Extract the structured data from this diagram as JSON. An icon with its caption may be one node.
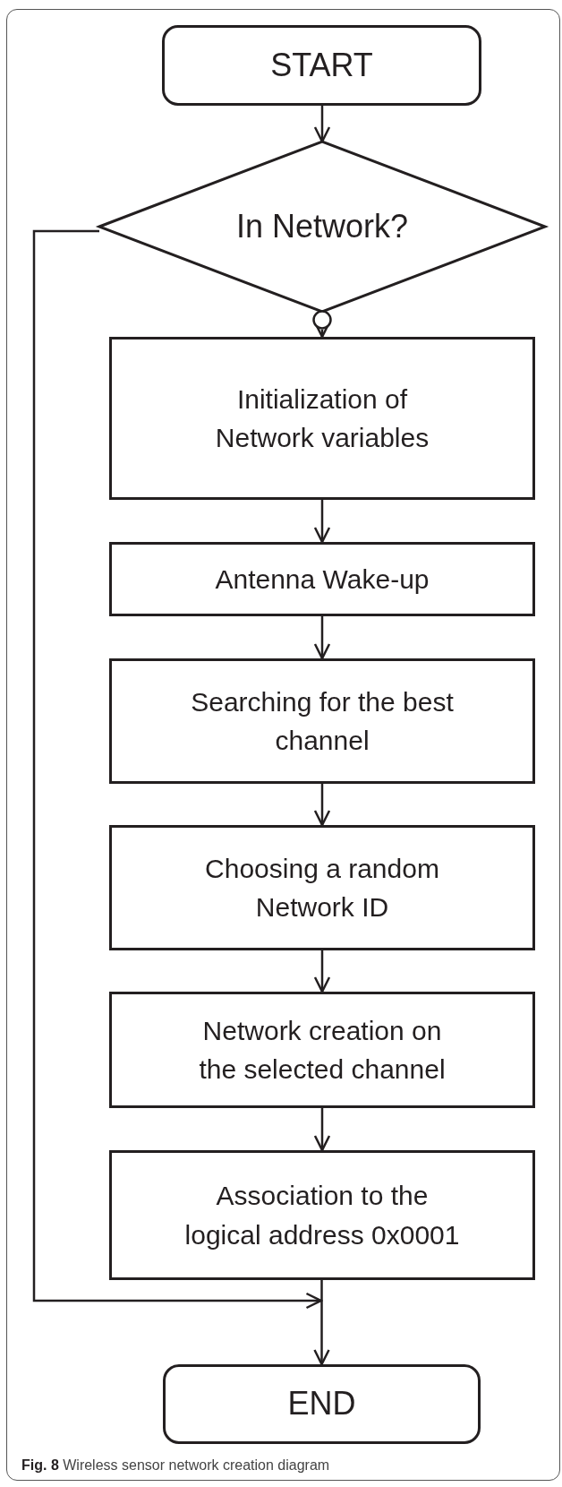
{
  "diagram": {
    "caption": "**Fig. 8** Wireless sensor network creation diagram",
    "nodes": [
      {
        "text": [
          "START"
        ]
      },
      {
        "text": [
          "In Network?"
        ]
      },
      {
        "text": [],
        "shape": "circle"
      },
      {
        "text": [
          "Initialization of Network variables"
        ]
      },
      {
        "text": [
          "Antenna Wake-up"
        ]
      },
      {
        "text": [
          "Searching for the best channel"
        ]
      },
      {
        "text": [
          "Choosing a random Network ID"
        ]
      },
      {
        "text": [
          "Network creation on the selected channel"
        ]
      },
      {
        "text": [
          "Association to the logical address 0x0001"
        ]
      },
      {
        "text": [
          "END"
        ]
      }
    ],
    "edges": [
      {
        "from": 0,
        "to": 1,
        "arrow": "to"
      },
      {
        "from": 2,
        "to": 3,
        "arrow": "to"
      },
      {
        "from": 3,
        "to": 4,
        "arrow": "to"
      },
      {
        "from": 4,
        "to": 5,
        "arrow": "to"
      },
      {
        "from": 5,
        "to": 6,
        "arrow": "to"
      },
      {
        "from": 6,
        "to": 7,
        "arrow": "to"
      },
      {
        "from": 7,
        "to": 8,
        "arrow": "to"
      },
      {
        "from": 8,
        "to": 9,
        "arrow": "to"
      },
      {
        "from": 1,
        "to": 9,
        "arrow": "to"
      }
    ]
  }
}
